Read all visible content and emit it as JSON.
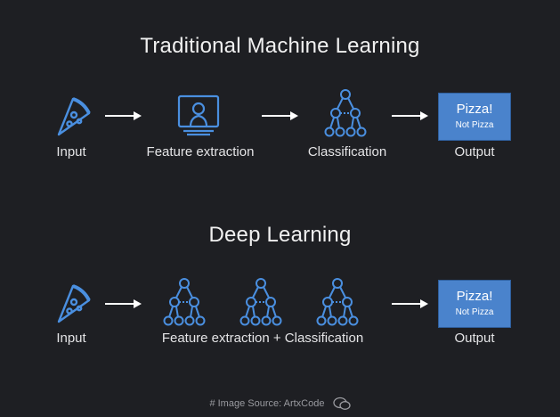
{
  "section_traditional": {
    "title": "Traditional Machine Learning",
    "input_label": "Input",
    "feature_label": "Feature extraction",
    "classification_label": "Classification",
    "output_label": "Output",
    "output_main": "Pizza!",
    "output_alt": "Not Pizza"
  },
  "section_deep": {
    "title": "Deep Learning",
    "input_label": "Input",
    "combined_label": "Feature extraction + Classification",
    "output_label": "Output",
    "output_main": "Pizza!",
    "output_alt": "Not Pizza"
  },
  "footer": {
    "source": "# Image Source: ArtxCode"
  },
  "icons": {
    "input": "pizza-slice-icon",
    "feature_extraction": "person-screen-icon",
    "classification": "network-tree-icon",
    "arrow": "right-arrow-icon",
    "footer_logo": "wechat-icon"
  },
  "colors": {
    "background": "#1e1f23",
    "icon_blue": "#4a8fe0",
    "output_box": "#4a83cc"
  }
}
